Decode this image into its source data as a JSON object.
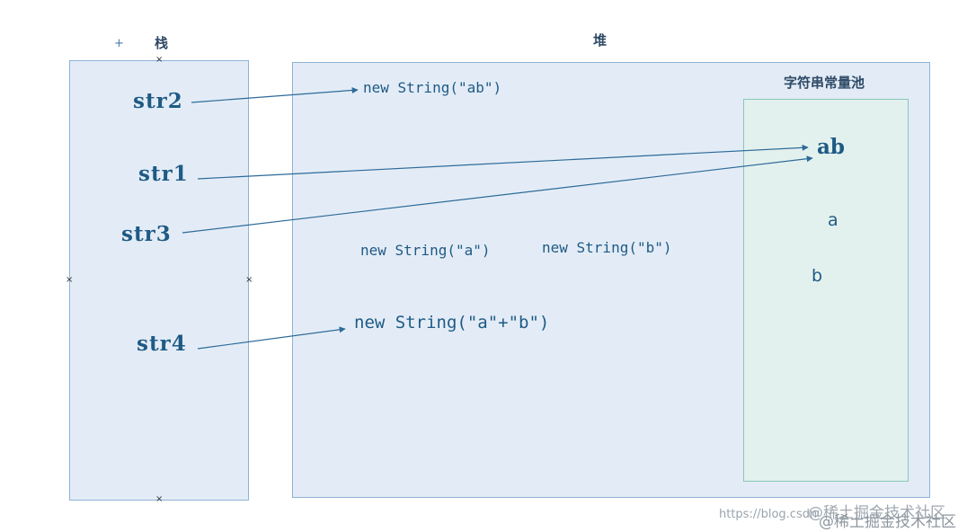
{
  "titles": {
    "stack": "栈",
    "heap": "堆",
    "pool": "字符串常量池"
  },
  "stack_vars": {
    "str2": "str2",
    "str1": "str1",
    "str3": "str3",
    "str4": "str4"
  },
  "heap_objects": {
    "new_ab": "new String(\"ab\")",
    "new_a": "new String(\"a\")",
    "new_b": "new String(\"b\")",
    "new_a_plus_b": "new String(\"a\"+\"b\")"
  },
  "pool_strings": {
    "ab": "ab",
    "a": "a",
    "b": "b"
  },
  "watermark": {
    "url": "https://blog.csdn",
    "brand": "@稀土掘金技术社区"
  },
  "colors": {
    "box_fill": "#e3ecf6",
    "pool_fill": "#e3f1ee",
    "arrow": "#2d6a99",
    "text": "#1f5a85"
  }
}
